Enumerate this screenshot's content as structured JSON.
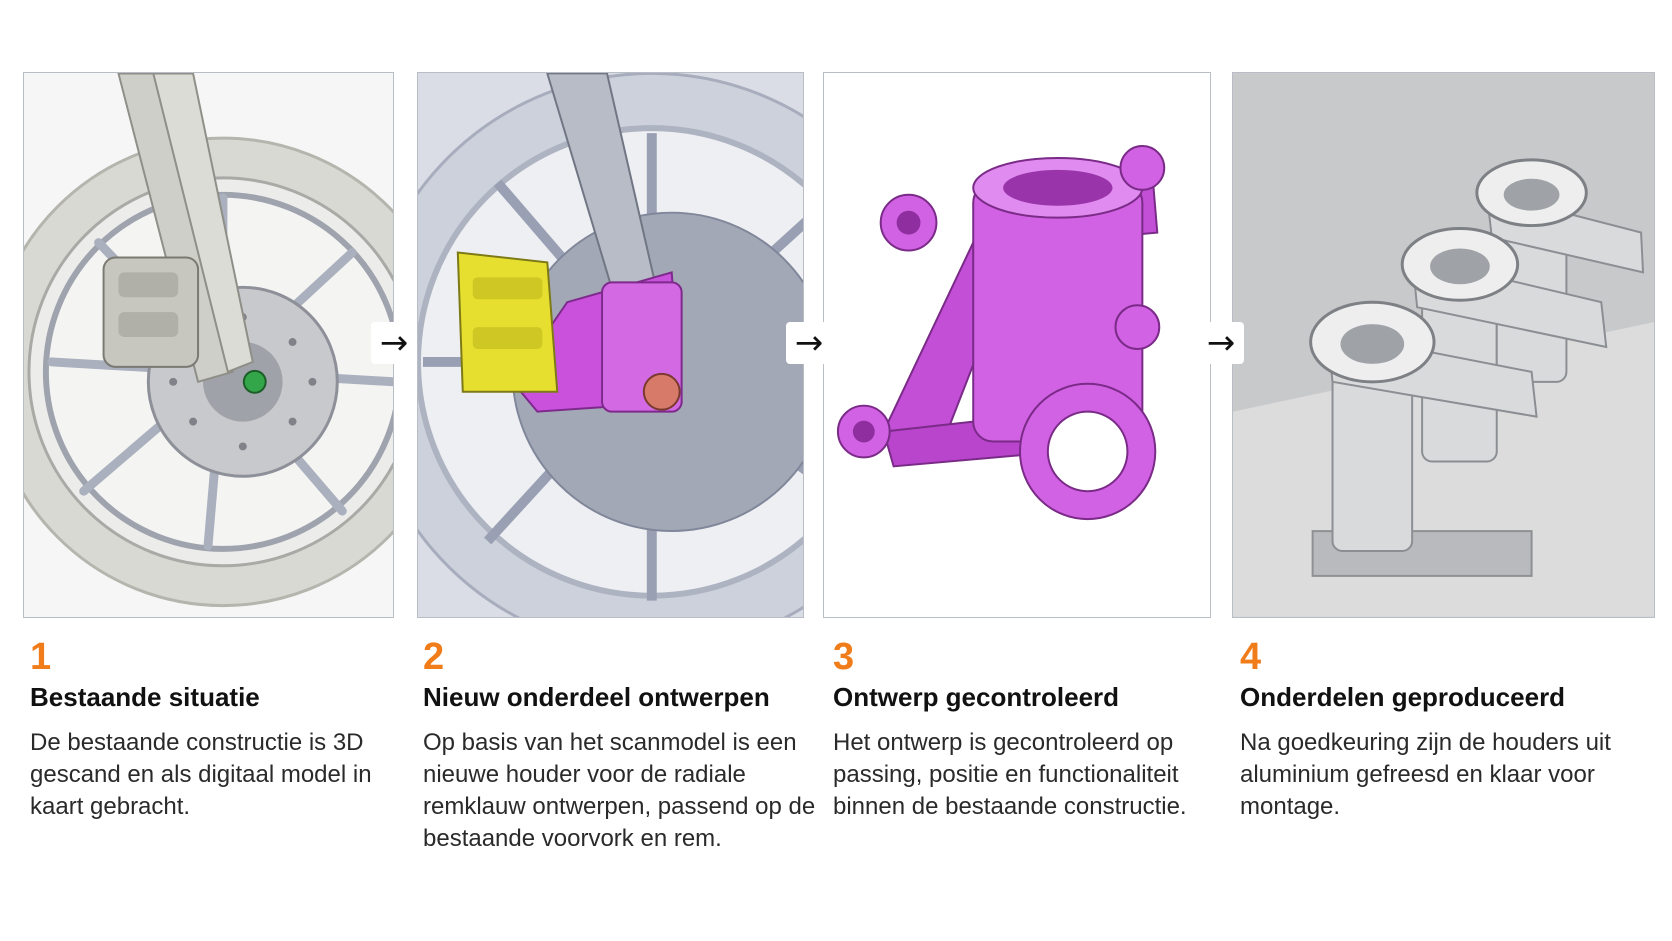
{
  "steps": [
    {
      "number": "1",
      "title": "Bestaande situatie",
      "description": "De bestaande constructie is 3D gescand en als digitaal model in kaart gebracht."
    },
    {
      "number": "2",
      "title": "Nieuw onderdeel ontwerpen",
      "description": "Op basis van het scanmodel is een nieuwe houder voor de radiale remklauw ontwerpen, passend op de bestaande voorvork en rem."
    },
    {
      "number": "3",
      "title": "Ontwerp gecontroleerd",
      "description": "Het ontwerp is gecontroleerd op passing, positie en functionaliteit binnen de bestaande constructie."
    },
    {
      "number": "4",
      "title": "Onderdelen geproduceerd",
      "description": "Na goedkeuring zijn de houders uit aluminium gefreesd en klaar voor montage."
    }
  ],
  "arrow_glyph": "→",
  "icons": [
    "arrow-right-icon"
  ],
  "colors": {
    "step_number": "#f07d1a",
    "part_magenta": "#cc5ee0",
    "caliper_yellow": "#e8e23a",
    "aluminium": "#c9cbcf"
  }
}
